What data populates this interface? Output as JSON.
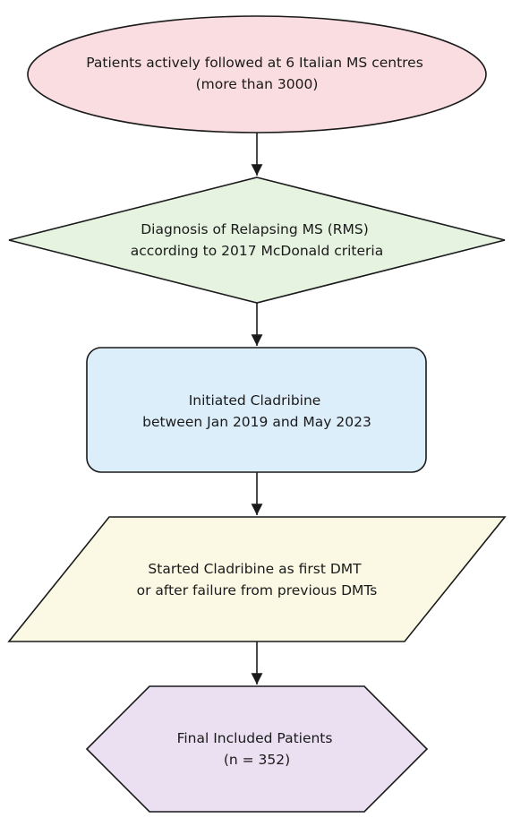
{
  "nodes": [
    {
      "id": "patients-followed",
      "shape": "ellipse",
      "fill": "#fadde1",
      "lines": [
        "Patients actively followed at 6 Italian MS centres",
        "(more than 3000)"
      ]
    },
    {
      "id": "rms-diagnosis",
      "shape": "diamond",
      "fill": "#e6f3e1",
      "lines": [
        "Diagnosis of Relapsing MS (RMS)",
        "according to 2017 McDonald criteria"
      ]
    },
    {
      "id": "initiated-cladribine",
      "shape": "rounded-rectangle",
      "fill": "#ddeefb",
      "lines": [
        "Initiated Cladribine",
        "between Jan 2019 and May 2023"
      ]
    },
    {
      "id": "started-cladribine",
      "shape": "parallelogram",
      "fill": "#fbf9e4",
      "lines": [
        "Started Cladribine as first DMT",
        "or after failure from previous DMTs"
      ]
    },
    {
      "id": "final-patients",
      "shape": "hexagon",
      "fill": "#eae0f2",
      "lines": [
        "Final Included Patients",
        "(n = 352)"
      ]
    }
  ],
  "edges": [
    {
      "from": "patients-followed",
      "to": "rms-diagnosis"
    },
    {
      "from": "rms-diagnosis",
      "to": "initiated-cladribine"
    },
    {
      "from": "initiated-cladribine",
      "to": "started-cladribine"
    },
    {
      "from": "started-cladribine",
      "to": "final-patients"
    }
  ],
  "colors": {
    "stroke": "#1a1a1a",
    "text": "#1a1a1a"
  }
}
